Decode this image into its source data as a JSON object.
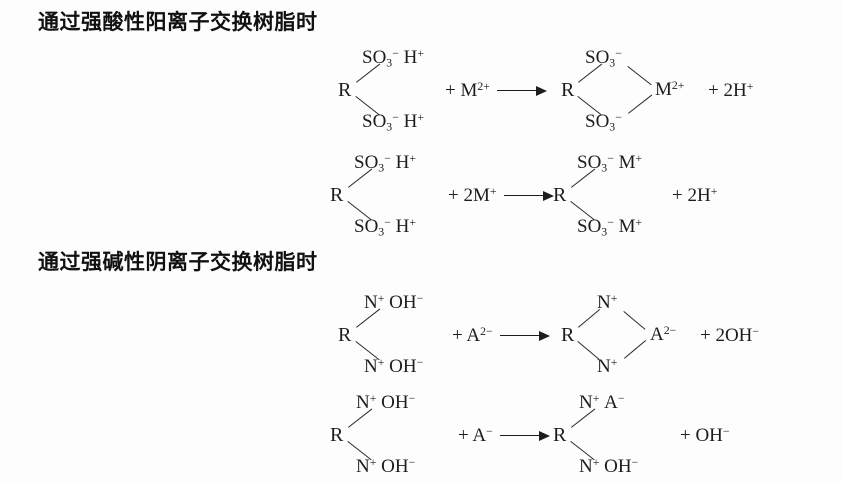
{
  "document": {
    "type": "chemistry-reaction-schemes",
    "background_color": "#fdfdfd",
    "text_color": "#1d1d1d"
  },
  "sections": [
    {
      "heading": "通过强酸性阳离子交换树脂时",
      "schemes": [
        {
          "id": "scheme-1",
          "reactant": {
            "backbone": "R",
            "top_group": "SO",
            "top_sub": "3",
            "top_charge": "−",
            "top_counter": "H",
            "top_counter_charge": "+",
            "bottom_group": "SO",
            "bottom_sub": "3",
            "bottom_charge": "−",
            "bottom_counter": "H",
            "bottom_counter_charge": "+"
          },
          "added_reagent": "+ M",
          "added_reagent_charge": "2+",
          "arrow": "right-arrow",
          "product": {
            "backbone": "R",
            "top_group": "SO",
            "top_sub": "3",
            "top_charge": "−",
            "bottom_group": "SO",
            "bottom_sub": "3",
            "bottom_charge": "−",
            "right_group": "M",
            "right_charge": "2+",
            "shape": "diamond"
          },
          "byproduct": "+ 2H",
          "byproduct_charge": "+"
        },
        {
          "id": "scheme-2",
          "reactant": {
            "backbone": "R",
            "top_group": "SO",
            "top_sub": "3",
            "top_charge": "−",
            "top_counter": "H",
            "top_counter_charge": "+",
            "bottom_group": "SO",
            "bottom_sub": "3",
            "bottom_charge": "−",
            "bottom_counter": "H",
            "bottom_counter_charge": "+"
          },
          "added_reagent": "+ 2M",
          "added_reagent_charge": "+",
          "arrow": "right-arrow",
          "product": {
            "backbone": "R",
            "top_group": "SO",
            "top_sub": "3",
            "top_charge": "−",
            "top_counter": "M",
            "top_counter_charge": "+",
            "bottom_group": "SO",
            "bottom_sub": "3",
            "bottom_charge": "−",
            "bottom_counter": "M",
            "bottom_counter_charge": "+",
            "shape": "fork"
          },
          "byproduct": "+ 2H",
          "byproduct_charge": "+"
        }
      ]
    },
    {
      "heading": "通过强碱性阴离子交换树脂时",
      "schemes": [
        {
          "id": "scheme-3",
          "reactant": {
            "backbone": "R",
            "top_group": "N",
            "top_charge": "+",
            "top_counter": "OH",
            "top_counter_charge": "−",
            "bottom_group": "N",
            "bottom_charge": "+",
            "bottom_counter": "OH",
            "bottom_counter_charge": "−"
          },
          "added_reagent": "+ A",
          "added_reagent_charge": "2−",
          "arrow": "right-arrow",
          "product": {
            "backbone": "R",
            "top_group": "N",
            "top_charge": "+",
            "bottom_group": "N",
            "bottom_charge": "+",
            "right_group": "A",
            "right_charge": "2−",
            "shape": "diamond"
          },
          "byproduct": "+ 2OH",
          "byproduct_charge": "−"
        },
        {
          "id": "scheme-4",
          "reactant": {
            "backbone": "R",
            "top_group": "N",
            "top_charge": "+",
            "top_counter": "OH",
            "top_counter_charge": "−",
            "bottom_group": "N",
            "bottom_charge": "+",
            "bottom_counter": "OH",
            "bottom_counter_charge": "−"
          },
          "added_reagent": "+ A",
          "added_reagent_charge": "−",
          "arrow": "right-arrow",
          "product": {
            "backbone": "R",
            "top_group": "N",
            "top_charge": "+",
            "top_counter": "A",
            "top_counter_charge": "−",
            "bottom_group": "N",
            "bottom_charge": "+",
            "bottom_counter": "OH",
            "bottom_counter_charge": "−",
            "shape": "fork"
          },
          "byproduct": "+ OH",
          "byproduct_charge": "−"
        }
      ]
    }
  ]
}
